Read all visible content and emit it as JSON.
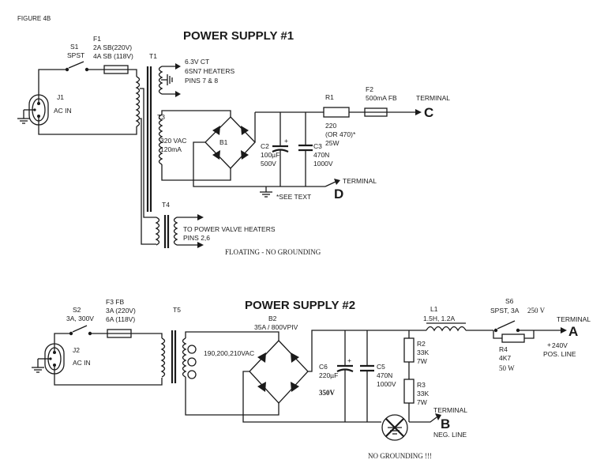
{
  "figure_label": "FIGURE 4B",
  "psu1": {
    "title": "POWER SUPPLY #1",
    "s1": {
      "ref": "S1",
      "type": "SPST"
    },
    "f1": {
      "ref": "F1",
      "line1": "2A SB(220V)",
      "line2": "4A SB (118V)"
    },
    "t1": "T1",
    "j1": {
      "ref": "J1",
      "label": "AC IN"
    },
    "heater_secondary": {
      "line1": "6.3V CT",
      "line2": "6SN7 HEATERS",
      "line3": "PINS 7 & 8"
    },
    "t3": {
      "ref": "T3",
      "line1": "320 VAC",
      "line2": "120mA"
    },
    "b1": "B1",
    "c2": {
      "ref": "C2",
      "line1": "100µF",
      "line2": "500V",
      "polarity": "+"
    },
    "c3": {
      "ref": "C3",
      "line1": "470N",
      "line2": "1000V"
    },
    "r1": {
      "ref": "R1",
      "line1": "220",
      "line2": "(OR 470)*",
      "line3": "25W"
    },
    "f2": {
      "ref": "F2",
      "value": "500mA FB"
    },
    "terminal_c": {
      "word": "TERMINAL",
      "letter": "C"
    },
    "terminal_d": {
      "word": "TERMINAL",
      "letter": "D"
    },
    "see_text": "*SEE TEXT",
    "t4": {
      "ref": "T4",
      "line1": "TO POWER VALVE HEATERS",
      "line2": "PINS 2,6"
    },
    "floating_note": "FLOATING - NO GROUNDING"
  },
  "psu2": {
    "title": "POWER SUPPLY #2",
    "s2": {
      "ref": "S2",
      "value": "3A, 300V"
    },
    "f3": {
      "ref": "F3 FB",
      "line1": "3A (220V)",
      "line2": "6A (118V)"
    },
    "t5": "T5",
    "j2": {
      "ref": "J2",
      "label": "AC IN"
    },
    "secondary": "190,200,210VAC",
    "b2": {
      "ref": "B2",
      "value": "35A / 800VPIV"
    },
    "c6": {
      "ref": "C6",
      "line1": "220µF",
      "line2": "350V",
      "polarity": "+"
    },
    "c5": {
      "ref": "C5",
      "line1": "470N",
      "line2": "1000V"
    },
    "r2": {
      "ref": "R2",
      "line1": "33K",
      "line2": "7W"
    },
    "r3": {
      "ref": "R3",
      "line1": "33K",
      "line2": "7W"
    },
    "l1": {
      "ref": "L1",
      "value": "1.5H, 1.2A"
    },
    "s6": {
      "ref": "S6",
      "line1": "SPST, 3A",
      "line2": "250 V"
    },
    "r4": {
      "ref": "R4",
      "line1": "4K7",
      "line2": "50 W"
    },
    "terminal_a": {
      "word": "TERMINAL",
      "letter": "A",
      "plus": "+",
      "line1": "240V",
      "line2": "POS. LINE"
    },
    "terminal_b": {
      "word": "TERMINAL",
      "letter": "B",
      "line1": "NEG. LINE"
    },
    "no_ground_note": "NO GROUNDING !!!"
  }
}
